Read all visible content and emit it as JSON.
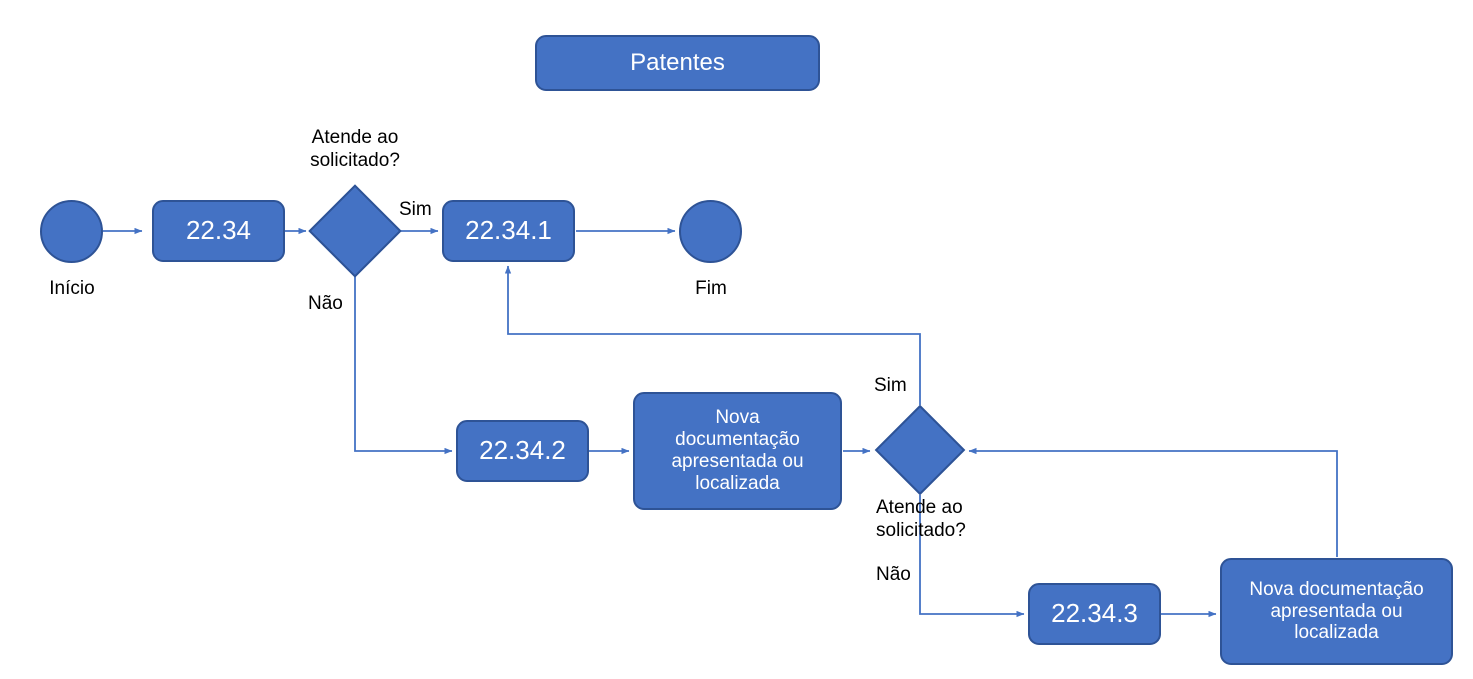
{
  "diagram": {
    "title": "Patentes",
    "language": "pt-BR",
    "accent_fill": "#4472C4",
    "accent_stroke": "#2E5396",
    "connector_color": "#4472C4",
    "text_on_fill": "#FFFFFF",
    "text_on_background": "#000000",
    "background": "#FFFFFF"
  },
  "nodes": {
    "start": {
      "label": "Início",
      "shape": "circle"
    },
    "step_2234": {
      "label": "22.34",
      "shape": "rounded-rectangle"
    },
    "decision_1": {
      "question": "Atende ao\nsolicitado?",
      "shape": "diamond",
      "yes": "Sim",
      "no": "Não"
    },
    "step_22341": {
      "label": "22.34.1",
      "shape": "rounded-rectangle"
    },
    "end": {
      "label": "Fim",
      "shape": "circle"
    },
    "step_22342": {
      "label": "22.34.2",
      "shape": "rounded-rectangle"
    },
    "doc_1": {
      "label": "Nova\ndocumentação\napresentada ou\nlocalizada",
      "shape": "rounded-rectangle"
    },
    "decision_2": {
      "question": "Atende ao\nsolicitado?",
      "shape": "diamond",
      "yes": "Sim",
      "no": "Não"
    },
    "step_22343": {
      "label": "22.34.3",
      "shape": "rounded-rectangle"
    },
    "doc_2": {
      "label": "Nova documentação\napresentada ou\nlocalizada",
      "shape": "rounded-rectangle"
    }
  },
  "edges": [
    {
      "from": "start",
      "to": "step_2234",
      "label": ""
    },
    {
      "from": "step_2234",
      "to": "decision_1",
      "label": ""
    },
    {
      "from": "decision_1",
      "to": "step_22341",
      "label": "Sim"
    },
    {
      "from": "step_22341",
      "to": "end",
      "label": ""
    },
    {
      "from": "decision_1",
      "to": "step_22342",
      "label": "Não"
    },
    {
      "from": "step_22342",
      "to": "doc_1",
      "label": ""
    },
    {
      "from": "doc_1",
      "to": "decision_2",
      "label": ""
    },
    {
      "from": "decision_2",
      "to": "step_22341",
      "label": "Sim"
    },
    {
      "from": "decision_2",
      "to": "step_22343",
      "label": "Não"
    },
    {
      "from": "step_22343",
      "to": "doc_2",
      "label": ""
    },
    {
      "from": "doc_2",
      "to": "decision_2",
      "label": ""
    }
  ]
}
